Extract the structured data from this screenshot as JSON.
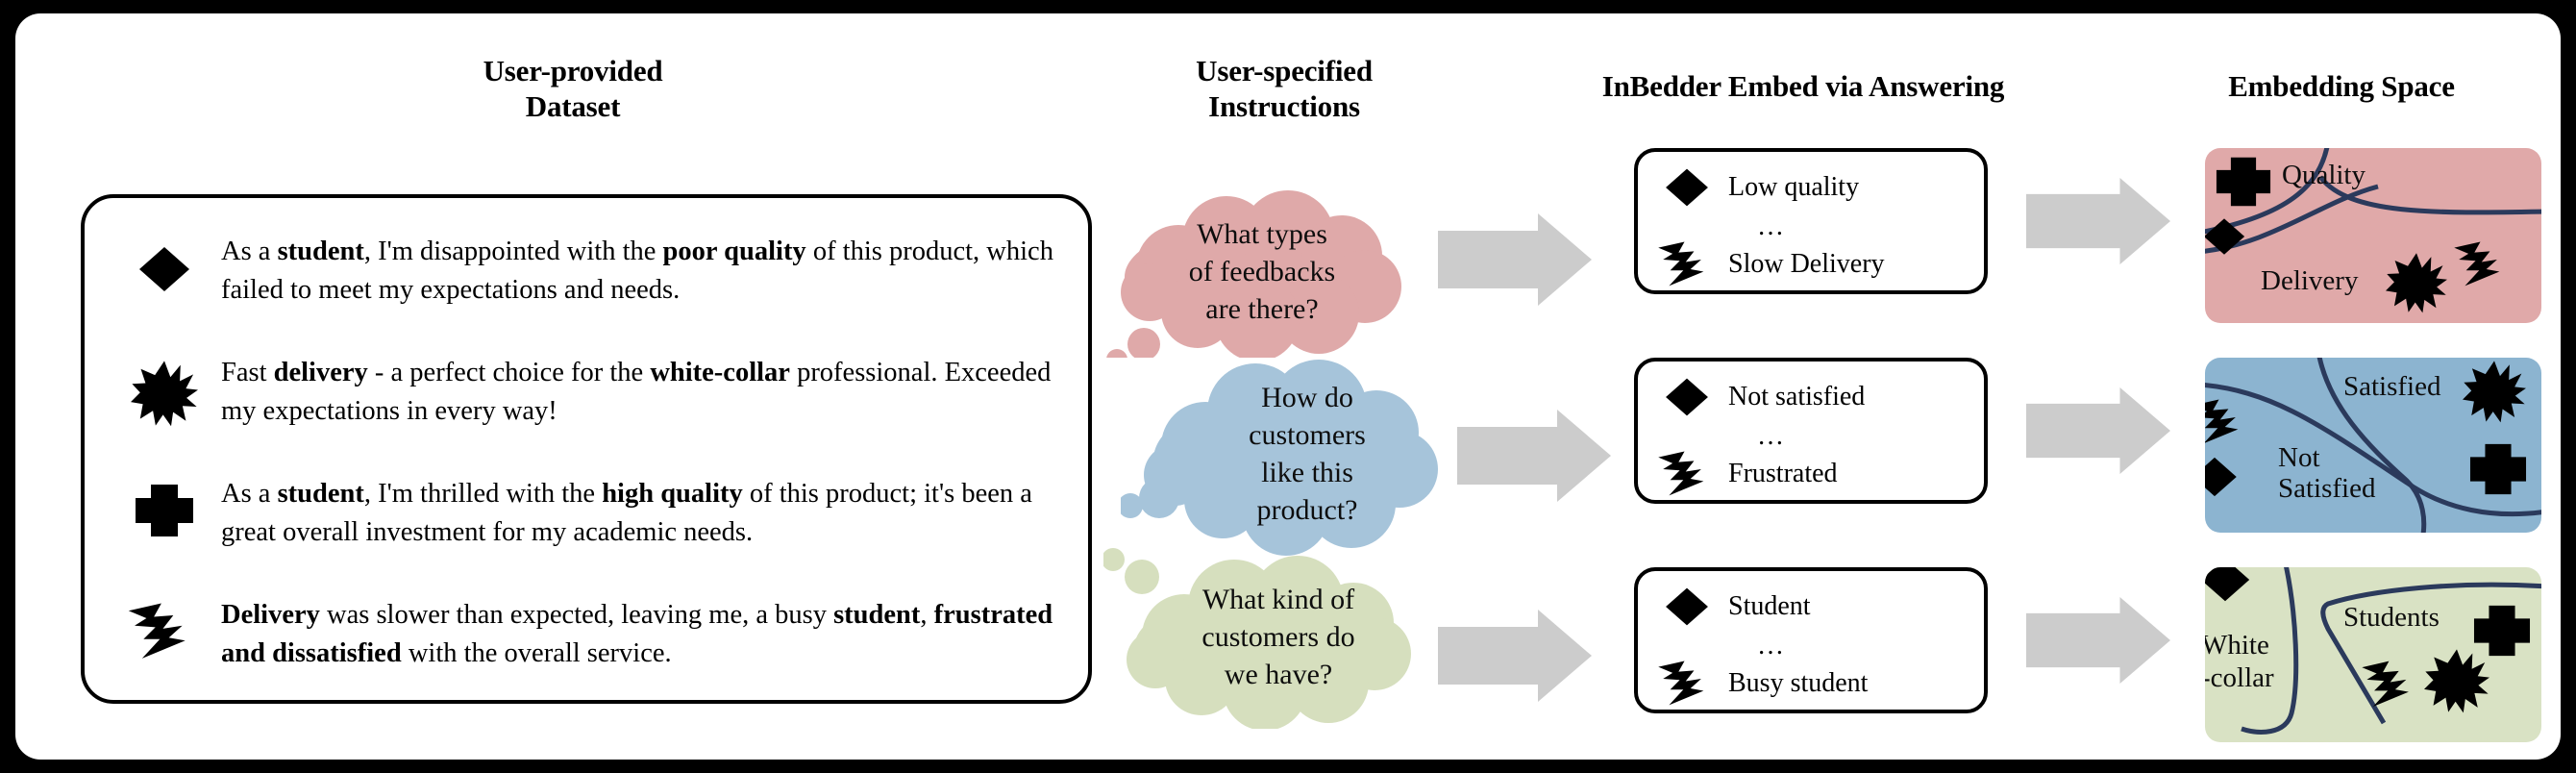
{
  "figure": {
    "columns": [
      {
        "id": "dataset",
        "title_lines": [
          "User-provided",
          "Dataset"
        ]
      },
      {
        "id": "instructions",
        "title_lines": [
          "User-specified",
          "Instructions"
        ]
      },
      {
        "id": "inbedder",
        "title_lines": [
          "InBedder Embed via Answering"
        ]
      },
      {
        "id": "embedding",
        "title_lines": [
          "Embedding Space"
        ]
      }
    ]
  },
  "dataset": {
    "items": [
      {
        "icon": "diamond-icon",
        "segments": [
          {
            "text": "As a ",
            "bold": false
          },
          {
            "text": "student",
            "bold": true
          },
          {
            "text": ", I'm disappointed with the ",
            "bold": false
          },
          {
            "text": "poor quality",
            "bold": true
          },
          {
            "text": " of this product, which failed to meet my expectations and needs.",
            "bold": false
          }
        ]
      },
      {
        "icon": "starburst-icon",
        "segments": [
          {
            "text": "Fast ",
            "bold": false
          },
          {
            "text": "delivery",
            "bold": true
          },
          {
            "text": " - a perfect choice for the ",
            "bold": false
          },
          {
            "text": "white-collar",
            "bold": true
          },
          {
            "text": " professional. Exceeded my expectations in every way!",
            "bold": false
          }
        ]
      },
      {
        "icon": "cross-icon",
        "segments": [
          {
            "text": "As a ",
            "bold": false
          },
          {
            "text": "student",
            "bold": true
          },
          {
            "text": ", I'm thrilled with the ",
            "bold": false
          },
          {
            "text": "high quality",
            "bold": true
          },
          {
            "text": " of this product; it's been a great overall investment for my academic needs.",
            "bold": false
          }
        ]
      },
      {
        "icon": "bolt-icon",
        "segments": [
          {
            "text": "Delivery",
            "bold": true
          },
          {
            "text": " was slower than expected, leaving me, a busy ",
            "bold": false
          },
          {
            "text": "student",
            "bold": true
          },
          {
            "text": ", ",
            "bold": false
          },
          {
            "text": "frustrated and dissatisfied",
            "bold": true
          },
          {
            "text": " with the overall service.",
            "bold": false
          }
        ]
      }
    ]
  },
  "instructions": {
    "clouds": [
      {
        "id": "cloud-feedback",
        "lines": [
          "What types",
          "of feedbacks",
          "are there?"
        ],
        "color": "#dfa9a9"
      },
      {
        "id": "cloud-customers-like",
        "lines": [
          "How do",
          "customers",
          "like this",
          "product?"
        ],
        "color": "#a6c4da"
      },
      {
        "id": "cloud-customer-kind",
        "lines": [
          "What kind of",
          "customers do",
          "we have?"
        ],
        "color": "#d6dfbe"
      }
    ]
  },
  "inbedder": {
    "boxes": [
      {
        "id": "box-quality",
        "first_icon": "diamond-icon",
        "first_label": "Low quality",
        "ellipsis": "…",
        "last_icon": "bolt-icon",
        "last_label": "Slow Delivery"
      },
      {
        "id": "box-satisfaction",
        "first_icon": "diamond-icon",
        "first_label": "Not satisfied",
        "ellipsis": "…",
        "last_icon": "bolt-icon",
        "last_label": "Frustrated"
      },
      {
        "id": "box-persona",
        "first_icon": "diamond-icon",
        "first_label": "Student",
        "ellipsis": "…",
        "last_icon": "bolt-icon",
        "last_label": "Busy student"
      }
    ]
  },
  "embedding": {
    "panels": [
      {
        "id": "panel-feedback-type",
        "color": "#e0a9a9",
        "labels": [
          "Quality",
          "Delivery"
        ]
      },
      {
        "id": "panel-satisfaction",
        "color": "#8cb4d0",
        "labels": [
          "Satisfied",
          "Not\nSatisfied"
        ]
      },
      {
        "id": "panel-customer-type",
        "color": "#d9e2c4",
        "labels": [
          "Students",
          "White\n-collar"
        ]
      }
    ]
  },
  "colors": {
    "frame": "#000000",
    "canvas": "#ffffff",
    "arrow": "#cccccc",
    "boundary_curve": "#2b3a5c",
    "pink": "#e0a9a9",
    "blue": "#8cb4d0",
    "green": "#d9e2c4",
    "cloud_pink": "#dfa9a9",
    "cloud_blue": "#a6c4da",
    "cloud_green": "#d6dfbe"
  },
  "arrows": {
    "count": 6,
    "icon": "block-arrow-right-icon"
  }
}
